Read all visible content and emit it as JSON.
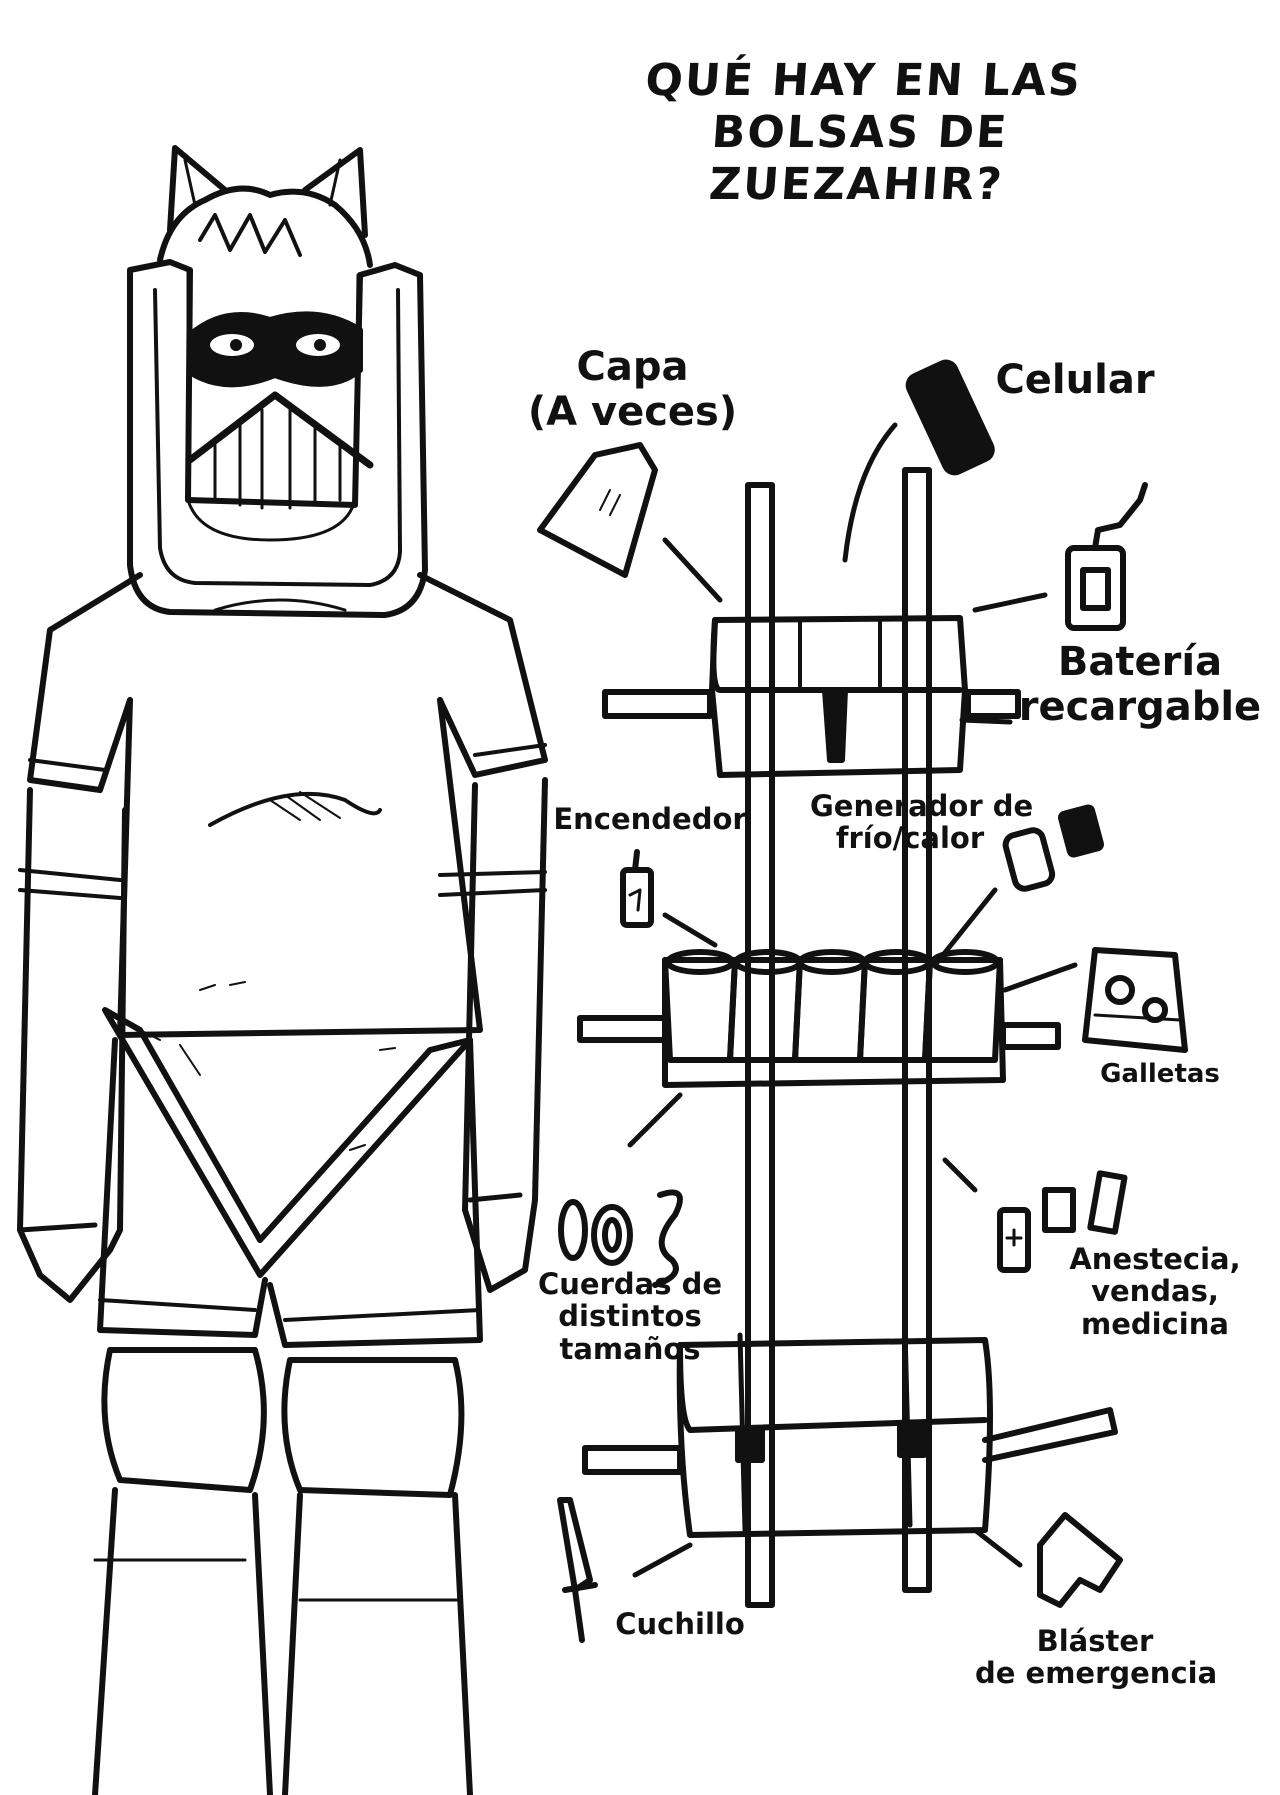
{
  "title": {
    "line1": "QUÉ HAY EN LAS",
    "line2": "BOLSAS DE ZUEZAHIR?"
  },
  "labels": {
    "capa": {
      "line1": "Capa",
      "line2": "(A veces)"
    },
    "celular": "Celular",
    "bateria": {
      "line1": "Batería",
      "line2": "recargable"
    },
    "encendedor": "Encendedor",
    "generador": {
      "line1": "Generador de",
      "line2": "frío/calor"
    },
    "galletas": "Galletas",
    "cuerdas": {
      "line1": "Cuerdas de",
      "line2": "distintos",
      "line3": "tamaños"
    },
    "anestecia": {
      "line1": "Anestecia,",
      "line2": "vendas,",
      "line3": "medicina"
    },
    "cuchillo": "Cuchillo",
    "blaster": {
      "line1": "Bláster",
      "line2": "de emergencia"
    }
  },
  "colors": {
    "ink": "#111111",
    "paper": "#ffffff"
  }
}
